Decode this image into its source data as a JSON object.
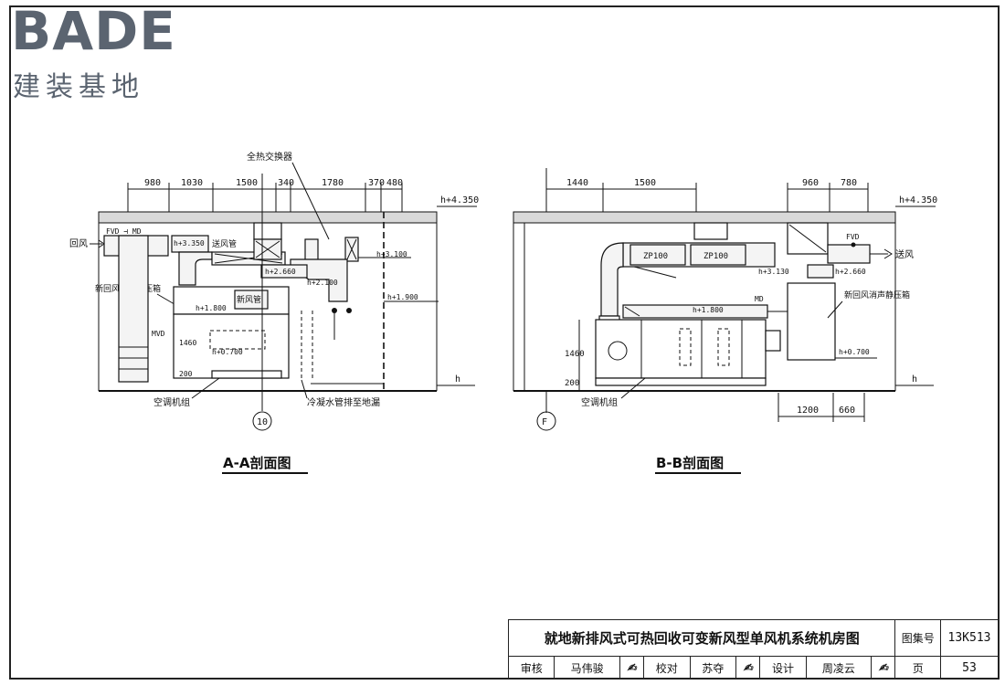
{
  "logo": {
    "brand": "BADE",
    "sub": "建装基地"
  },
  "section_a": {
    "title": "A-A剖面图",
    "dims_top": [
      "980",
      "1030",
      "1500",
      "340",
      "1780",
      "370",
      "480"
    ],
    "elev_top": "h+4.350",
    "labels": {
      "exchanger": "全热交换器",
      "return_air": "回风",
      "fvd_md": "FVD ⊣ MD",
      "supply_duct": "送风管",
      "elev_3350": "h+3.350",
      "elev_2660": "h+2.660",
      "elev_3100": "h+3.100",
      "elev_2100": "h+2.100",
      "elev_1800": "h+1.800",
      "elev_1900": "h+1.900",
      "elev_0700": "h+0.700",
      "muffler": "新回风消声静压箱",
      "fresh_duct": "新风管",
      "mvd": "MVD",
      "dim_1460": "1460",
      "dim_200": "200",
      "ahu": "空调机组",
      "condensate": "冷凝水管排至地漏",
      "axis": "10",
      "h": "h"
    }
  },
  "section_b": {
    "title": "B-B剖面图",
    "dims_top_left": [
      "1440",
      "1500"
    ],
    "dims_top_right": [
      "960",
      "780"
    ],
    "dims_bottom": [
      "1200",
      "660"
    ],
    "elev_top": "h+4.350",
    "labels": {
      "zp1": "ZP100",
      "zp2": "ZP100",
      "fvd": "FVD",
      "supply_air": "送风",
      "elev_3130": "h+3.130",
      "elev_2660": "h+2.660",
      "elev_1800": "h+1.800",
      "elev_0700": "h+0.700",
      "md": "MD",
      "muffler": "新回风消声静压箱",
      "dim_1460": "1460",
      "dim_200": "200",
      "ahu": "空调机组",
      "axis": "F",
      "h": "h"
    }
  },
  "title_block": {
    "drawing_title": "就地新排风式可热回收可变新风型单风机系统机房图",
    "atlas_label": "图集号",
    "atlas_no": "13K513",
    "review_label": "审核",
    "reviewer": "马伟骏",
    "check_label": "校对",
    "checker": "苏夺",
    "design_label": "设计",
    "designer": "周凌云",
    "page_label": "页",
    "page_no": "53"
  }
}
